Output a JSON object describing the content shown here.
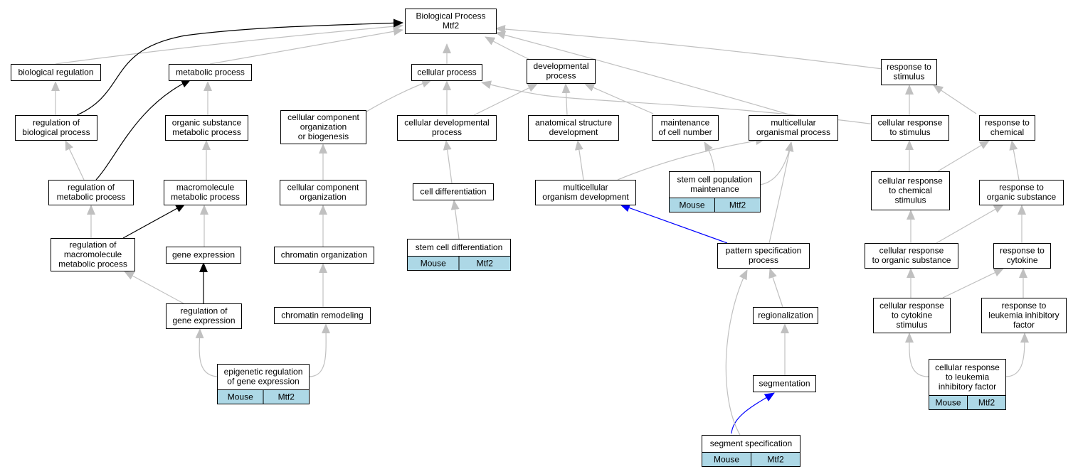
{
  "diagram": {
    "nodes": [
      {
        "id": "bp",
        "lines": [
          "Biological Process",
          "Mtf2"
        ]
      },
      {
        "id": "breg",
        "lines": [
          "biological regulation"
        ]
      },
      {
        "id": "met",
        "lines": [
          "metabolic process"
        ]
      },
      {
        "id": "cellp",
        "lines": [
          "cellular process"
        ]
      },
      {
        "id": "dev",
        "lines": [
          "developmental",
          "process"
        ]
      },
      {
        "id": "resp",
        "lines": [
          "response to",
          "stimulus"
        ]
      },
      {
        "id": "regbp",
        "lines": [
          "regulation of",
          "biological process"
        ]
      },
      {
        "id": "orgsub",
        "lines": [
          "organic substance",
          "metabolic process"
        ]
      },
      {
        "id": "ccob",
        "lines": [
          "cellular component",
          "organization",
          "or biogenesis"
        ]
      },
      {
        "id": "celldev",
        "lines": [
          "cellular developmental",
          "process"
        ]
      },
      {
        "id": "asd",
        "lines": [
          "anatomical structure",
          "development"
        ]
      },
      {
        "id": "maint",
        "lines": [
          "maintenance",
          "of cell number"
        ]
      },
      {
        "id": "multip",
        "lines": [
          "multicellular",
          "organismal process"
        ]
      },
      {
        "id": "cresp",
        "lines": [
          "cellular response",
          "to stimulus"
        ]
      },
      {
        "id": "respchem",
        "lines": [
          "response to",
          "chemical"
        ]
      },
      {
        "id": "regmet",
        "lines": [
          "regulation of",
          "metabolic process"
        ]
      },
      {
        "id": "macro",
        "lines": [
          "macromolecule",
          "metabolic process"
        ]
      },
      {
        "id": "cco",
        "lines": [
          "cellular component",
          "organization"
        ]
      },
      {
        "id": "celldiff",
        "lines": [
          "cell differentiation"
        ]
      },
      {
        "id": "mod",
        "lines": [
          "multicellular",
          "organism development"
        ]
      },
      {
        "id": "scpm",
        "lines": [
          "stem cell population",
          "maintenance"
        ],
        "annotation": [
          "Mouse",
          "Mtf2"
        ]
      },
      {
        "id": "crchem",
        "lines": [
          "cellular response",
          "to chemical",
          "stimulus"
        ]
      },
      {
        "id": "rorg",
        "lines": [
          "response to",
          "organic substance"
        ]
      },
      {
        "id": "regmacro",
        "lines": [
          "regulation of",
          "macromolecule",
          "metabolic process"
        ]
      },
      {
        "id": "gexp",
        "lines": [
          "gene expression"
        ]
      },
      {
        "id": "chrorg",
        "lines": [
          "chromatin organization"
        ]
      },
      {
        "id": "scd",
        "lines": [
          "stem cell differentiation"
        ],
        "annotation": [
          "Mouse",
          "Mtf2"
        ]
      },
      {
        "id": "pattern",
        "lines": [
          "pattern specification",
          "process"
        ]
      },
      {
        "id": "crorg",
        "lines": [
          "cellular response",
          "to organic substance"
        ]
      },
      {
        "id": "rcyt",
        "lines": [
          "response to",
          "cytokine"
        ]
      },
      {
        "id": "reggexp",
        "lines": [
          "regulation of",
          "gene expression"
        ]
      },
      {
        "id": "chrrem",
        "lines": [
          "chromatin remodeling"
        ]
      },
      {
        "id": "regionz",
        "lines": [
          "regionalization"
        ]
      },
      {
        "id": "crcyt",
        "lines": [
          "cellular response",
          "to cytokine",
          "stimulus"
        ]
      },
      {
        "id": "rlif",
        "lines": [
          "response to",
          "leukemia inhibitory",
          "factor"
        ]
      },
      {
        "id": "epi",
        "lines": [
          "epigenetic regulation",
          "of gene expression"
        ],
        "annotation": [
          "Mouse",
          "Mtf2"
        ]
      },
      {
        "id": "seg",
        "lines": [
          "segmentation"
        ]
      },
      {
        "id": "crlif",
        "lines": [
          "cellular response",
          "to leukemia",
          "inhibitory factor"
        ],
        "annotation": [
          "Mouse",
          "Mtf2"
        ]
      },
      {
        "id": "segspec",
        "lines": [
          "segment specification"
        ],
        "annotation": [
          "Mouse",
          "Mtf2"
        ]
      }
    ],
    "edges": [
      {
        "from": "breg",
        "to": "bp",
        "kind": "is_a"
      },
      {
        "from": "met",
        "to": "bp",
        "kind": "is_a"
      },
      {
        "from": "cellp",
        "to": "bp",
        "kind": "is_a"
      },
      {
        "from": "dev",
        "to": "bp",
        "kind": "is_a"
      },
      {
        "from": "resp",
        "to": "bp",
        "kind": "is_a"
      },
      {
        "from": "multip",
        "to": "bp",
        "kind": "is_a"
      },
      {
        "from": "regbp",
        "to": "bp",
        "kind": "regulates"
      },
      {
        "from": "regbp",
        "to": "breg",
        "kind": "is_a"
      },
      {
        "from": "orgsub",
        "to": "met",
        "kind": "is_a"
      },
      {
        "from": "regmet",
        "to": "met",
        "kind": "regulates"
      },
      {
        "from": "regmet",
        "to": "regbp",
        "kind": "is_a"
      },
      {
        "from": "macro",
        "to": "orgsub",
        "kind": "is_a"
      },
      {
        "from": "regmacro",
        "to": "regmet",
        "kind": "is_a"
      },
      {
        "from": "regmacro",
        "to": "macro",
        "kind": "regulates"
      },
      {
        "from": "gexp",
        "to": "macro",
        "kind": "is_a"
      },
      {
        "from": "reggexp",
        "to": "regmacro",
        "kind": "is_a"
      },
      {
        "from": "reggexp",
        "to": "gexp",
        "kind": "regulates"
      },
      {
        "from": "epi",
        "to": "reggexp",
        "kind": "is_a"
      },
      {
        "from": "epi",
        "to": "chrrem",
        "kind": "is_a"
      },
      {
        "from": "ccob",
        "to": "cellp",
        "kind": "is_a"
      },
      {
        "from": "cco",
        "to": "ccob",
        "kind": "is_a"
      },
      {
        "from": "chrorg",
        "to": "cco",
        "kind": "is_a"
      },
      {
        "from": "chrrem",
        "to": "chrorg",
        "kind": "is_a"
      },
      {
        "from": "celldev",
        "to": "cellp",
        "kind": "is_a"
      },
      {
        "from": "celldev",
        "to": "dev",
        "kind": "is_a"
      },
      {
        "from": "cresp",
        "to": "cellp",
        "kind": "is_a"
      },
      {
        "from": "celldiff",
        "to": "celldev",
        "kind": "is_a"
      },
      {
        "from": "scd",
        "to": "celldiff",
        "kind": "is_a"
      },
      {
        "from": "asd",
        "to": "dev",
        "kind": "is_a"
      },
      {
        "from": "maint",
        "to": "dev",
        "kind": "is_a"
      },
      {
        "from": "mod",
        "to": "asd",
        "kind": "is_a"
      },
      {
        "from": "mod",
        "to": "multip",
        "kind": "is_a"
      },
      {
        "from": "scpm",
        "to": "maint",
        "kind": "is_a"
      },
      {
        "from": "scpm",
        "to": "multip",
        "kind": "is_a"
      },
      {
        "from": "pattern",
        "to": "multip",
        "kind": "is_a"
      },
      {
        "from": "pattern",
        "to": "mod",
        "kind": "part_of"
      },
      {
        "from": "regionz",
        "to": "pattern",
        "kind": "is_a"
      },
      {
        "from": "seg",
        "to": "regionz",
        "kind": "is_a"
      },
      {
        "from": "segspec",
        "to": "seg",
        "kind": "part_of"
      },
      {
        "from": "segspec",
        "to": "pattern",
        "kind": "is_a"
      },
      {
        "from": "cresp",
        "to": "resp",
        "kind": "is_a"
      },
      {
        "from": "respchem",
        "to": "resp",
        "kind": "is_a"
      },
      {
        "from": "crchem",
        "to": "cresp",
        "kind": "is_a"
      },
      {
        "from": "crchem",
        "to": "respchem",
        "kind": "is_a"
      },
      {
        "from": "rorg",
        "to": "respchem",
        "kind": "is_a"
      },
      {
        "from": "crorg",
        "to": "crchem",
        "kind": "is_a"
      },
      {
        "from": "crorg",
        "to": "rorg",
        "kind": "is_a"
      },
      {
        "from": "rcyt",
        "to": "rorg",
        "kind": "is_a"
      },
      {
        "from": "crcyt",
        "to": "crorg",
        "kind": "is_a"
      },
      {
        "from": "crcyt",
        "to": "rcyt",
        "kind": "is_a"
      },
      {
        "from": "rlif",
        "to": "rcyt",
        "kind": "is_a"
      },
      {
        "from": "crlif",
        "to": "crcyt",
        "kind": "is_a"
      },
      {
        "from": "crlif",
        "to": "rlif",
        "kind": "is_a"
      }
    ],
    "colors": {
      "is_a": "#c0c0c0",
      "regulates": "#000000",
      "part_of": "#0000ff",
      "annotation_fill": "#add8e6",
      "node_fill": "#ffffff",
      "node_border": "#000000"
    }
  }
}
